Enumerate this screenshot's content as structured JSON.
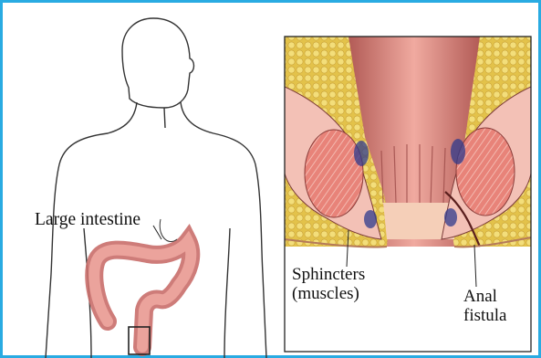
{
  "labels": {
    "large_intestine": "Large intestine",
    "sphincters_line1": "Sphincters",
    "sphincters_line2": "(muscles)",
    "anal_line1": "Anal",
    "anal_line2": "fistula"
  },
  "colors": {
    "frame_border": "#29abe2",
    "fat": "#e8c94e",
    "muscle": "#e07d75",
    "tissue": "#f2b3a8",
    "outline": "#333333"
  },
  "icons": [
    "human-torso-outline",
    "colon",
    "anal-canal-cross-section"
  ]
}
